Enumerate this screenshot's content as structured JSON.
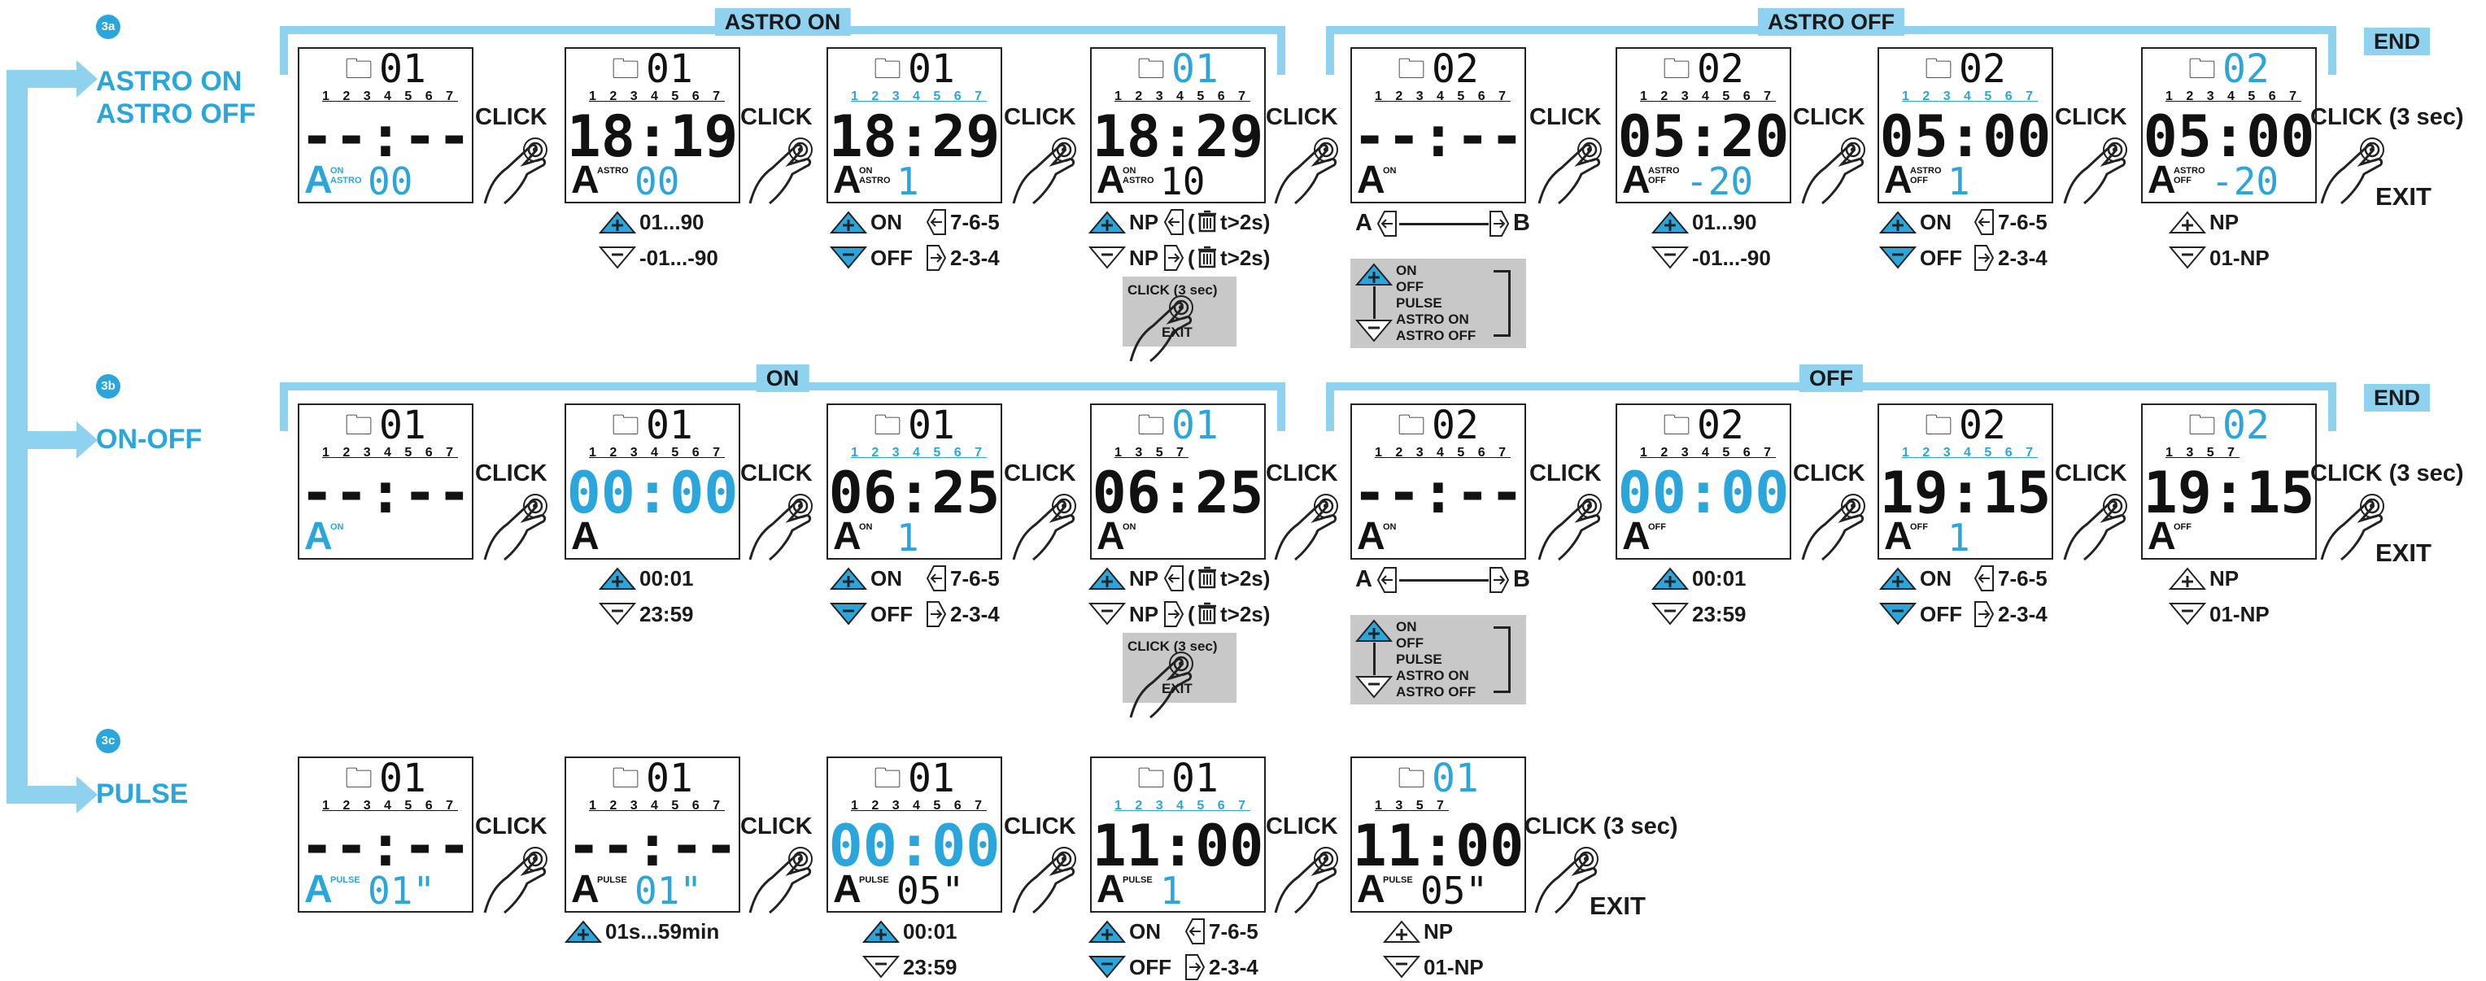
{
  "colors": {
    "accent": "#2aa6dd",
    "bracket": "#8fd2f0",
    "gray_box": "#c8c8c8"
  },
  "sections": [
    {
      "step": "3a",
      "label_lines": [
        "ASTRO ON",
        "ASTRO OFF"
      ],
      "group_on": "ASTRO ON",
      "group_off": "ASTRO OFF",
      "end": "END"
    },
    {
      "step": "3b",
      "label_lines": [
        "ON-OFF"
      ],
      "group_on": "ON",
      "group_off": "OFF",
      "end": "END"
    },
    {
      "step": "3c",
      "label_lines": [
        "PULSE"
      ]
    }
  ],
  "common": {
    "click": "CLICK",
    "click3": "CLICK (3 sec)",
    "exit": "EXIT",
    "days": "1 2 3 4 5 6 7",
    "days_135": "1   3   5   7",
    "blank_time": "--:--",
    "mode_letter": "A",
    "ab_a": "A",
    "ab_b": "B"
  },
  "row_a": {
    "screens": [
      {
        "chan": "01",
        "time": "--:--",
        "sub": "ON ASTRO",
        "val": "00"
      },
      {
        "chan": "01",
        "time": "18:19",
        "sub": "ASTRO",
        "val": "00"
      },
      {
        "chan": "01",
        "time": "18:29",
        "sub": "ON ASTRO",
        "val": "1"
      },
      {
        "chan": "01",
        "time": "18:29",
        "sub": "ON ASTRO",
        "val": "10"
      },
      {
        "chan": "02",
        "time": "--:--",
        "sub": "ON",
        "val": ""
      },
      {
        "chan": "02",
        "time": "05:20",
        "sub": "ASTRO OFF",
        "val": "-20"
      },
      {
        "chan": "02",
        "time": "05:00",
        "sub": "ASTRO OFF",
        "val": "1"
      },
      {
        "chan": "02",
        "time": "05:00",
        "sub": "ASTRO OFF",
        "val": "-20"
      }
    ],
    "captions": {
      "c1_plus": "01...90",
      "c1_minus": "-01...-90",
      "c2_plus": "ON",
      "c2_plus_b": "7-6-5",
      "c2_minus": "OFF",
      "c2_minus_b": "2-3-4",
      "c3_plus": "NP",
      "c3_plus_b": "(",
      "c3_plus_c": "t>2s)",
      "c3_minus": "NP",
      "c3_minus_b": "(",
      "c3_minus_c": "t>2s)",
      "c5_plus": "01...90",
      "c5_minus": "-01...-90",
      "c6_plus": "ON",
      "c6_plus_b": "7-6-5",
      "c6_minus": "OFF",
      "c6_minus_b": "2-3-4",
      "c7_plus": "NP",
      "c7_minus": "01-NP"
    },
    "gray_click": "CLICK (3 sec)",
    "gray_exit": "EXIT",
    "mode_list": [
      "ON",
      "OFF",
      "PULSE",
      "ASTRO ON",
      "ASTRO OFF"
    ]
  },
  "row_b": {
    "screens": [
      {
        "chan": "01",
        "time": "--:--",
        "sub": "ON",
        "val": ""
      },
      {
        "chan": "01",
        "time": "00:00",
        "sub": "",
        "val": ""
      },
      {
        "chan": "01",
        "time": "06:25",
        "sub": "ON",
        "val": "1"
      },
      {
        "chan": "01",
        "time": "06:25",
        "sub": "ON",
        "val": ""
      },
      {
        "chan": "02",
        "time": "--:--",
        "sub": "ON",
        "val": ""
      },
      {
        "chan": "02",
        "time": "00:00",
        "sub": "OFF",
        "val": ""
      },
      {
        "chan": "02",
        "time": "19:15",
        "sub": "OFF",
        "val": "1"
      },
      {
        "chan": "02",
        "time": "19:15",
        "sub": "OFF",
        "val": ""
      }
    ],
    "captions": {
      "c1_plus": "00:01",
      "c1_minus": "23:59",
      "c2_plus": "ON",
      "c2_plus_b": "7-6-5",
      "c2_minus": "OFF",
      "c2_minus_b": "2-3-4",
      "c3_plus": "NP",
      "c3_plus_b": "(",
      "c3_plus_c": "t>2s)",
      "c3_minus": "NP",
      "c3_minus_b": "(",
      "c3_minus_c": "t>2s)",
      "c5_plus": "00:01",
      "c5_minus": "23:59",
      "c6_plus": "ON",
      "c6_plus_b": "7-6-5",
      "c6_minus": "OFF",
      "c6_minus_b": "2-3-4",
      "c7_plus": "NP",
      "c7_minus": "01-NP"
    },
    "gray_click": "CLICK (3 sec)",
    "gray_exit": "EXIT",
    "mode_list": [
      "ON",
      "OFF",
      "PULSE",
      "ASTRO ON",
      "ASTRO OFF"
    ]
  },
  "row_c": {
    "screens": [
      {
        "chan": "01",
        "time": "--:--",
        "sub": "PULSE",
        "val": "01\""
      },
      {
        "chan": "01",
        "time": "--:--",
        "sub": "PULSE",
        "val": "01\""
      },
      {
        "chan": "01",
        "time": "00:00",
        "sub": "PULSE",
        "val": "05\""
      },
      {
        "chan": "01",
        "time": "11:00",
        "sub": "PULSE",
        "val": "1"
      },
      {
        "chan": "01",
        "time": "11:00",
        "sub": "PULSE",
        "val": "05\""
      }
    ],
    "captions": {
      "c1_plus": "01s...59min",
      "c2_plus": "00:01",
      "c2_minus": "23:59",
      "c3_plus": "ON",
      "c3_plus_b": "7-6-5",
      "c3_minus": "OFF",
      "c3_minus_b": "2-3-4",
      "c4_plus": "NP",
      "c4_minus": "01-NP"
    }
  }
}
